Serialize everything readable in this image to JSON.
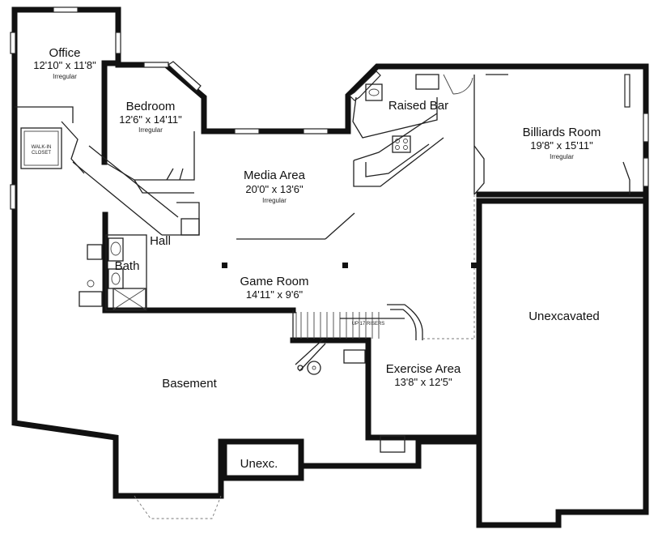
{
  "rooms": {
    "office": {
      "name": "Office",
      "dims": "12'10\" x 11'8\"",
      "note": "Irregular"
    },
    "bedroom": {
      "name": "Bedroom",
      "dims": "12'6\" x 14'11\"",
      "note": "Irregular"
    },
    "raised_bar": {
      "name": "Raised Bar"
    },
    "billiards": {
      "name": "Billiards Room",
      "dims": "19'8\" x 15'11\"",
      "note": "Irregular"
    },
    "walk_in_closet": {
      "line1": "WALK-IN",
      "line2": "CLOSET"
    },
    "media": {
      "name": "Media Area",
      "dims": "20'0\" x 13'6\"",
      "note": "Irregular"
    },
    "hall": {
      "name": "Hall"
    },
    "bath": {
      "name": "Bath"
    },
    "game": {
      "name": "Game Room",
      "dims": "14'11\" x 9'6\""
    },
    "unexcavated": {
      "name": "Unexcavated"
    },
    "stairs": {
      "label": "UP 17 RISERS"
    },
    "exercise": {
      "name": "Exercise Area",
      "dims": "13'8\" x 12'5\""
    },
    "basement": {
      "name": "Basement"
    },
    "unexc_small": {
      "name": "Unexc."
    }
  }
}
